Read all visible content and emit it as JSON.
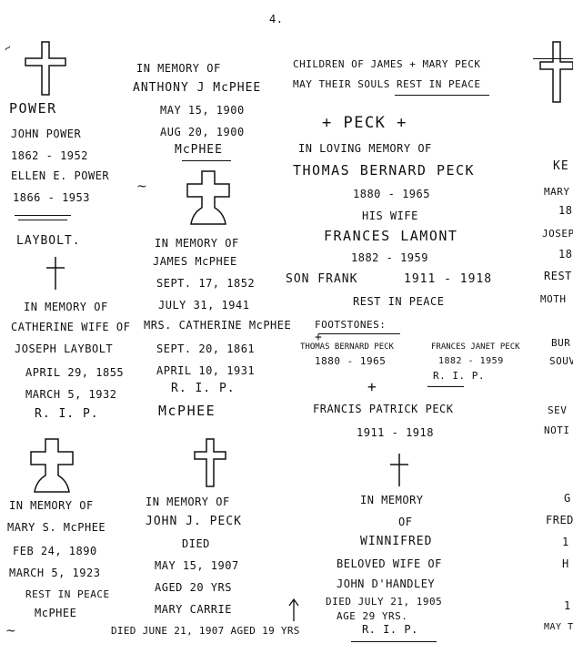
{
  "page_number": "4.",
  "col1": {
    "power_header": "POWER",
    "john_power": "JOHN POWER",
    "john_dates": "1862 - 1952",
    "ellen_power": "ELLEN E. POWER",
    "ellen_dates": "1866 - 1953",
    "laybolt_header": "LAYBOLT.",
    "in_memory": "IN MEMORY OF",
    "catherine": "CATHERINE WIFE OF",
    "joseph": "JOSEPH LAYBOLT",
    "born": "APRIL 29, 1855",
    "died": "MARCH 5, 1932",
    "rip": "R. I. P.",
    "in_memory_2": "IN MEMORY OF",
    "mary": "MARY S. McPHEE",
    "mary_born": "FEB 24, 1890",
    "mary_died": "MARCH 5, 1923",
    "rest": "REST IN PEACE",
    "mcphee": "McPHEE"
  },
  "col2": {
    "in_memory": "IN MEMORY OF",
    "anthony": "ANTHONY J McPHEE",
    "anthony_born": "MAY 15, 1900",
    "anthony_died": "AUG 20, 1900",
    "mcphee_1": "McPHEE",
    "in_memory_2": "IN MEMORY OF",
    "james": "JAMES McPHEE",
    "james_born": "SEPT. 17, 1852",
    "james_died": "JULY 31, 1941",
    "mrs_catherine": "MRS. CATHERINE McPHEE",
    "cath_born": "SEPT. 20, 1861",
    "cath_died": "APRIL 10, 1931",
    "rip": "R. I. P.",
    "mcphee_2": "McPHEE",
    "in_memory_3": "IN MEMORY OF",
    "john_peck": "JOHN J. PECK",
    "died_label": "DIED",
    "john_died": "MAY 15, 1907",
    "aged": "AGED 20 YRS",
    "mary_carrie": "MARY CARRIE",
    "died_line": "DIED JUNE 21, 1907 AGED 19 YRS"
  },
  "col3": {
    "children": "CHILDREN OF JAMES + MARY PECK",
    "may_souls": "MAY THEIR SOULS REST IN PEACE",
    "peck_header": "+ PECK +",
    "loving": "IN LOVING MEMORY OF",
    "thomas": "THOMAS BERNARD PECK",
    "thomas_dates": "1880 - 1965",
    "his_wife": "HIS WIFE",
    "frances": "FRANCES LAMONT",
    "frances_dates": "1882 - 1959",
    "son_frank": "SON FRANK",
    "frank_dates": "1911 - 1918",
    "rest": "REST IN PEACE",
    "footstones": "FOOTSTONES:",
    "foot_thomas": "THOMAS BERNARD PECK",
    "foot_thomas_dates": "1880 - 1965",
    "foot_frances": "FRANCES JANET PECK",
    "foot_frances_dates": "1882 - 1959",
    "foot_rip": "R. I. P.",
    "francis": "FRANCIS PATRICK PECK",
    "francis_dates": "1911 - 1918",
    "in_memory": "IN MEMORY",
    "of": "OF",
    "winnifred": "WINNIFRED",
    "beloved": "BELOVED WIFE OF",
    "john_handley": "JOHN D'HANDLEY",
    "died": "DIED JULY 21, 1905",
    "age": "AGE 29 YRS.",
    "rip": "R. I. P."
  },
  "col4": {
    "l1": "KE",
    "l2": "MARY",
    "l3": "18",
    "l4": "JOSEP",
    "l5": "18",
    "l6": "REST",
    "l7": "MOTH",
    "l8": "BUR",
    "l9": "SOUV",
    "l10": "SEV",
    "l11": "NOTI",
    "l12": "G",
    "l13": "FRED",
    "l14": "1",
    "l15": "H",
    "l16": "1",
    "l17": "MAY T"
  }
}
